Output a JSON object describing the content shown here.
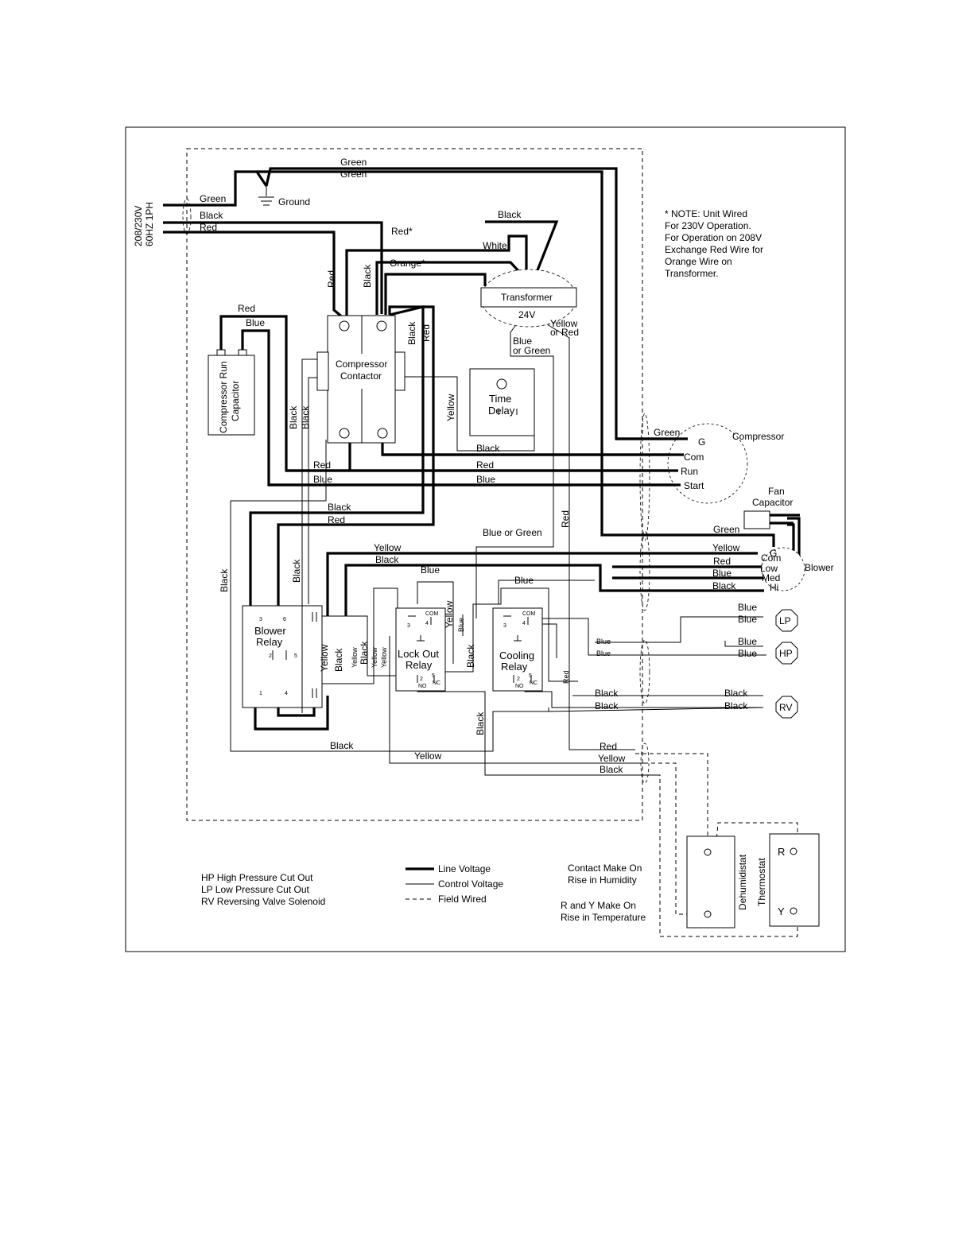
{
  "supply": {
    "voltage": "208/230V",
    "phase": "60HZ 1PH"
  },
  "wires": {
    "green": "Green",
    "black": "Black",
    "red": "Red",
    "blue": "Blue",
    "white": "White",
    "yellow": "Yellow",
    "orange_star": "Orange*",
    "red_star": "Red*",
    "blue_or_green": "Blue or Green",
    "blue_or_green_l1": "Blue",
    "blue_or_green_l2": "or Green",
    "yellow_or_red_l1": "Yellow",
    "yellow_or_red_l2": "or Red"
  },
  "components": {
    "ground": "Ground",
    "transformer": "Transformer",
    "transformer_voltage": "24V",
    "contactor_l1": "Compressor",
    "contactor_l2": "Contactor",
    "capacitor_l1": "Compressor Run",
    "capacitor_l2": "Capacitor",
    "time_delay_l1": "Time",
    "time_delay_l2": "Delay",
    "compressor": "Compressor",
    "compressor_terminals": {
      "g": "G",
      "com": "Com",
      "run": "Run",
      "start": "Start"
    },
    "fan_capacitor_l1": "Fan",
    "fan_capacitor_l2": "Capacitor",
    "blower": "Blower",
    "blower_terminals": {
      "g": "G",
      "com": "Com",
      "low": "Low",
      "med": "Med",
      "hi": "Hi"
    },
    "blower_relay_l1": "Blower",
    "blower_relay_l2": "Relay",
    "lockout_relay_l1": "Lock Out",
    "lockout_relay_l2": "Relay",
    "cooling_relay_l1": "Cooling",
    "cooling_relay_l2": "Relay",
    "relay_pins": {
      "p1": "1",
      "p2": "2",
      "p3": "3",
      "p4": "4",
      "p5": "5",
      "p6": "6",
      "com": "COM",
      "no": "NO",
      "nc": "NC"
    },
    "lp": "LP",
    "hp": "HP",
    "rv": "RV",
    "dehumidistat": "Dehumidistat",
    "thermostat": "Thermostat",
    "thermostat_r": "R",
    "thermostat_y": "Y"
  },
  "note": {
    "lines": [
      "* NOTE: Unit Wired",
      "For 230V Operation.",
      "For Operation on 208V",
      "Exchange Red Wire for",
      "Orange Wire on",
      "Transformer."
    ]
  },
  "abbreviations": {
    "hp": "HP  High Pressure Cut Out",
    "lp": "LP   Low Pressure Cut Out",
    "rv": "RV  Reversing Valve Solenoid"
  },
  "legend": {
    "line_voltage": "Line Voltage",
    "control_voltage": "Control Voltage",
    "field_wired": "Field Wired"
  },
  "contacts": {
    "humidity_l1": "Contact  Make On",
    "humidity_l2": "Rise in Humidity",
    "temperature_l1": "R and Y Make On",
    "temperature_l2": "Rise in Temperature"
  }
}
